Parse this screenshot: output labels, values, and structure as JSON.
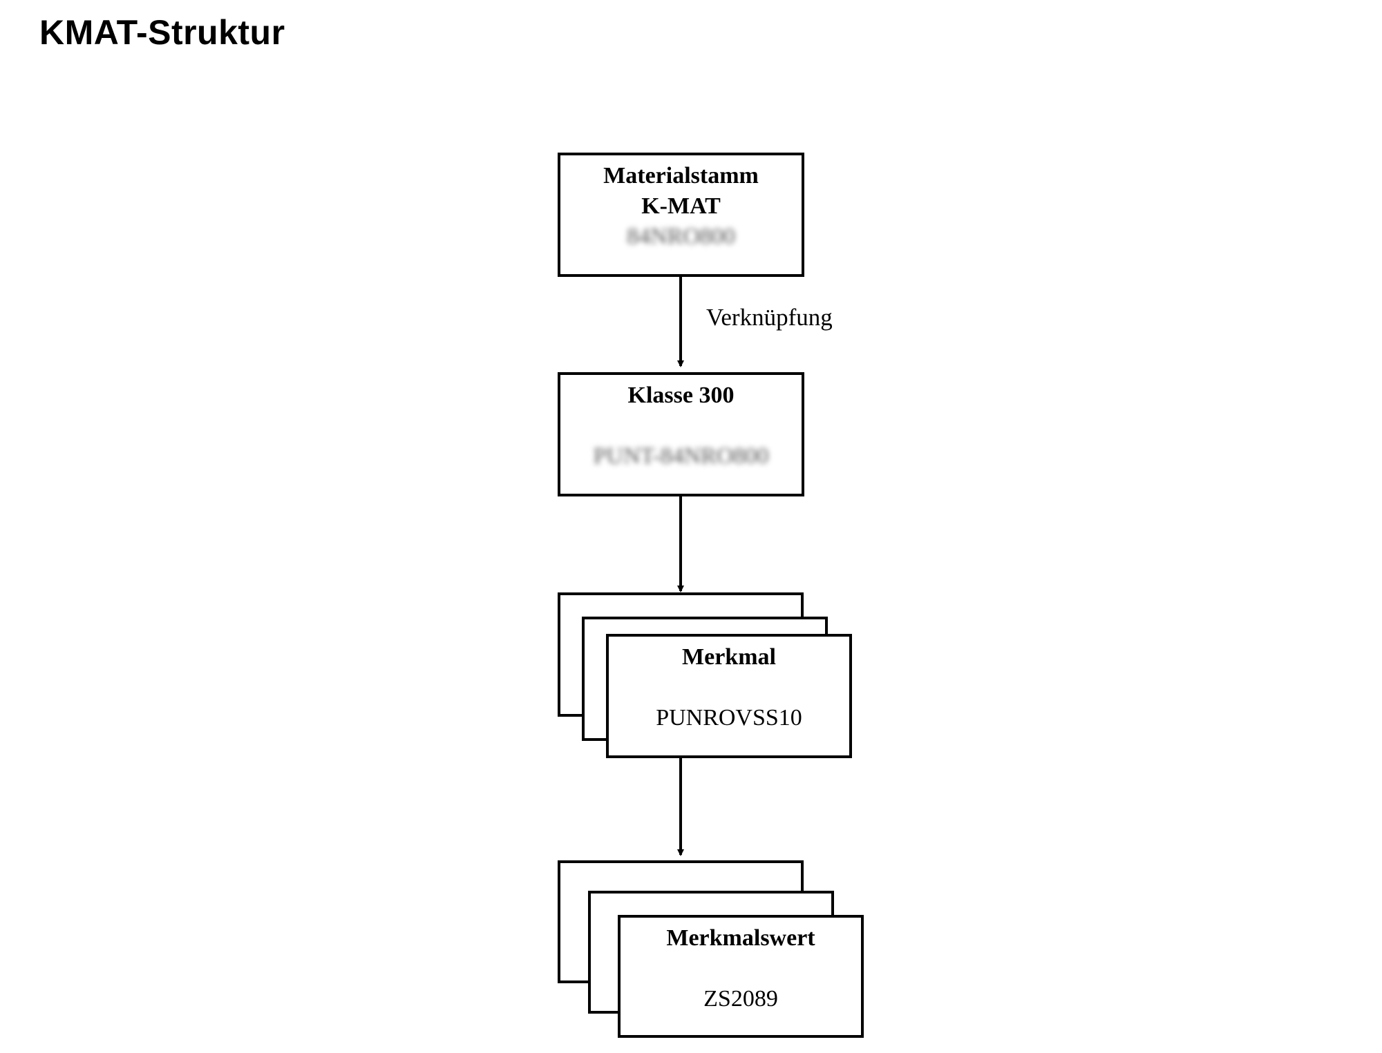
{
  "title": "KMAT-Struktur",
  "nodes": {
    "material": {
      "title_line1": "Materialstamm",
      "title_line2": "K-MAT",
      "value": "84NRO800"
    },
    "class": {
      "title": "Klasse 300",
      "value": "PUNT-84NRO800"
    },
    "characteristic": {
      "title": "Merkmal",
      "value": "PUNROVSS10"
    },
    "characteristic_value": {
      "title": "Merkmalswert",
      "value": "ZS2089"
    }
  },
  "edges": {
    "material_to_class_label": "Verknüpfung"
  }
}
